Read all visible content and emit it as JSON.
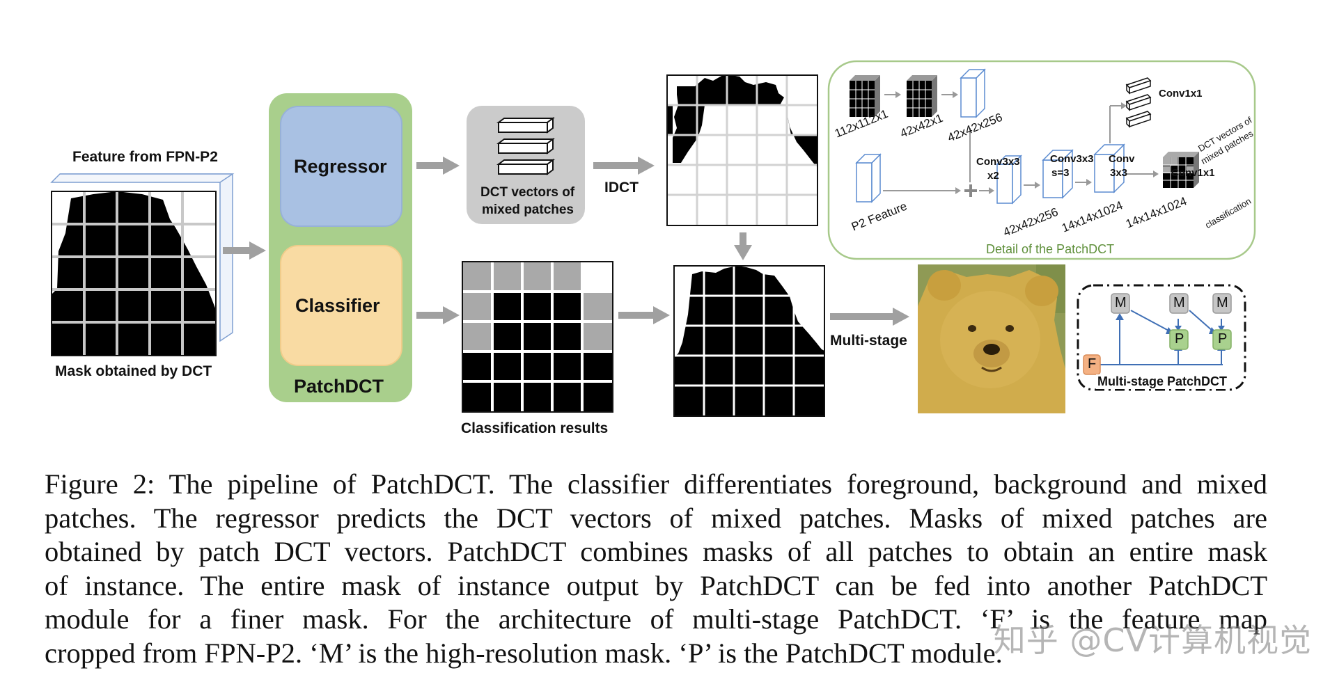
{
  "figure": {
    "feature_label": "Feature from FPN-P2",
    "mask_dct_label": "Mask obtained by DCT",
    "regressor_label": "Regressor",
    "classifier_label": "Classifier",
    "patchdct_label": "PatchDCT",
    "dct_vectors_label_line1": "DCT vectors of",
    "dct_vectors_label_line2": "mixed patches",
    "idct_label": "IDCT",
    "classification_results_label": "Classification results",
    "multi_stage_label": "Multi-stage",
    "detail": {
      "title": "Detail of the PatchDCT",
      "t_112": "112x112x1",
      "t_42x1": "42x42x1",
      "t_42x256a": "42x42x256",
      "t_42x256b": "42x42x256",
      "t_14a": "14x14x1024",
      "t_14b": "14x14x1024",
      "p2_feature": "P2 Feature",
      "conv3x3_x2_l1": "Conv3x3",
      "conv3x3_x2_l2": "x2",
      "conv3x3_s3_l1": "Conv3x3",
      "conv3x3_s3_l2": "s=3",
      "conv_l1": "Conv",
      "conv_l2": "3x3",
      "conv1x1_top": "Conv1x1",
      "conv1x1_mid": "Conv1x1",
      "dct_vec_l1": "DCT vectors of",
      "dct_vec_l2": "mixed patches",
      "classification": "classification"
    },
    "multistage": {
      "title": "Multi-stage PatchDCT",
      "m": "M",
      "p": "P",
      "f": "F"
    },
    "colors": {
      "regressor": "#a9c1e3",
      "classifier": "#f9dba3",
      "patchdct_bg": "#a9cf8c",
      "dct_box": "#cbcbcb",
      "detail_border": "#a7c98a",
      "arrow": "#a0a0a0",
      "m_box": "#c6c6c6",
      "p_box": "#a9d18e",
      "f_box": "#f4b183",
      "bear": "#c9a646"
    }
  },
  "caption": {
    "lines": [
      "Figure 2: The pipeline of PatchDCT. The classifier differentiates foreground, background and mixed",
      "patches.  The regressor predicts the DCT vectors of mixed patches.  Masks of mixed patches are",
      "obtained by patch DCT vectors. PatchDCT combines masks of all patches to obtain an entire mask",
      "of instance.  The entire mask of instance output by PatchDCT can be fed into another PatchDCT",
      "module for a finer mask.  For the architecture of multi-stage PatchDCT. ‘F’ is the feature map",
      "cropped from FPN-P2. ‘M’ is the high-resolution mask. ‘P’ is the PatchDCT module."
    ]
  },
  "watermark": "知乎 @CV计算机视觉"
}
